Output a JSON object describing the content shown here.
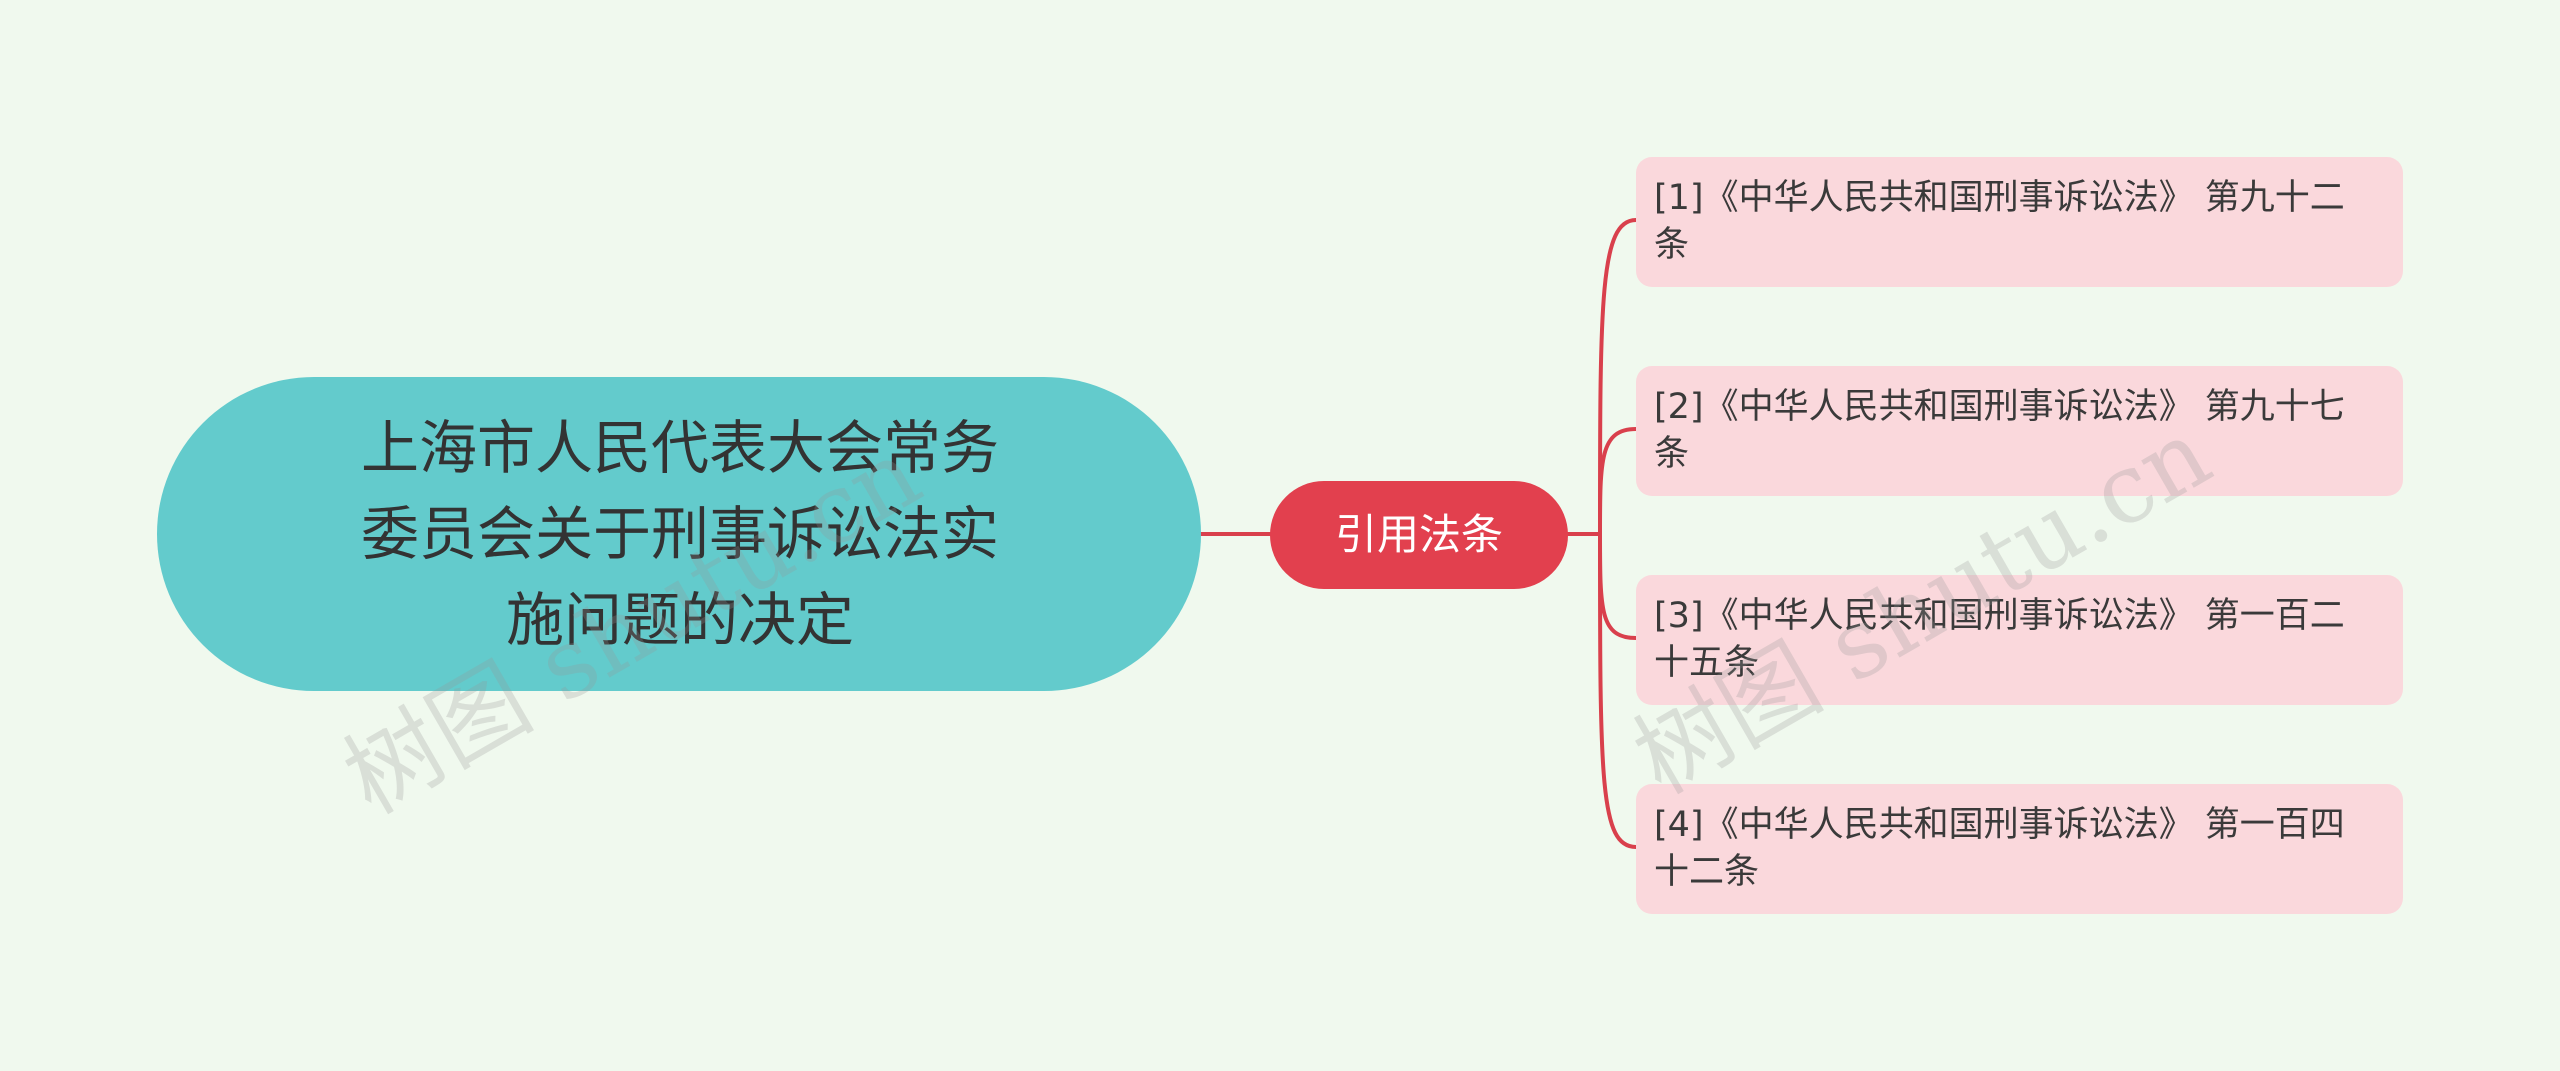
{
  "root": {
    "text_line1": "上海市人民代表大会常务",
    "text_line2": "委员会关于刑事诉讼法实",
    "text_line3": "施问题的决定",
    "color": "#63cbcc"
  },
  "branch": {
    "label": "引用法条",
    "color": "#e2404e"
  },
  "leaves": [
    {
      "label": "[1]《中华人民共和国刑事诉讼法》 第九十二条"
    },
    {
      "label": "[2]《中华人民共和国刑事诉讼法》 第九十七条"
    },
    {
      "label": "[3]《中华人民共和国刑事诉讼法》 第一百二十五条"
    },
    {
      "label": "[4]《中华人民共和国刑事诉讼法》 第一百四十二条"
    }
  ],
  "leaf_color": "#fad8dc",
  "connector_color": "#d9404c",
  "background_color": "#f0f9ee",
  "watermark": "树图 shutu.cn"
}
